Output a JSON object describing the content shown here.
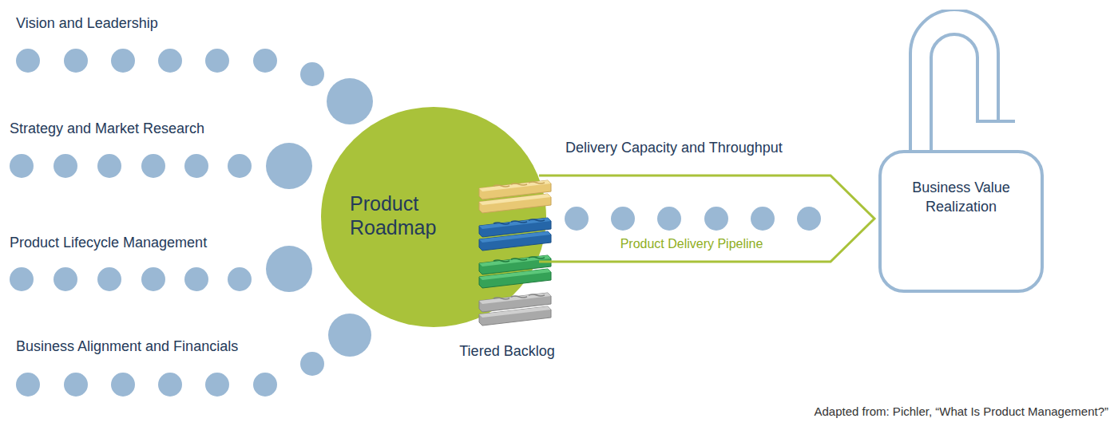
{
  "diagram": {
    "caption": "Adapted from: Pichler, “What Is Product Management?”",
    "nodes": [
      {
        "text": [
          "Product Roadmap"
        ]
      },
      {
        "text": [
          "Tiered Backlog"
        ]
      },
      {
        "text": [
          "Delivery Capacity and Throughput",
          "Product Delivery Pipeline"
        ]
      },
      {
        "text": [
          "Business Value Realization"
        ]
      }
    ],
    "labels": [
      "Vision and Leadership",
      "Strategy and Market Research",
      "Product Lifecycle Management",
      "Business Alignment and Financials"
    ]
  }
}
